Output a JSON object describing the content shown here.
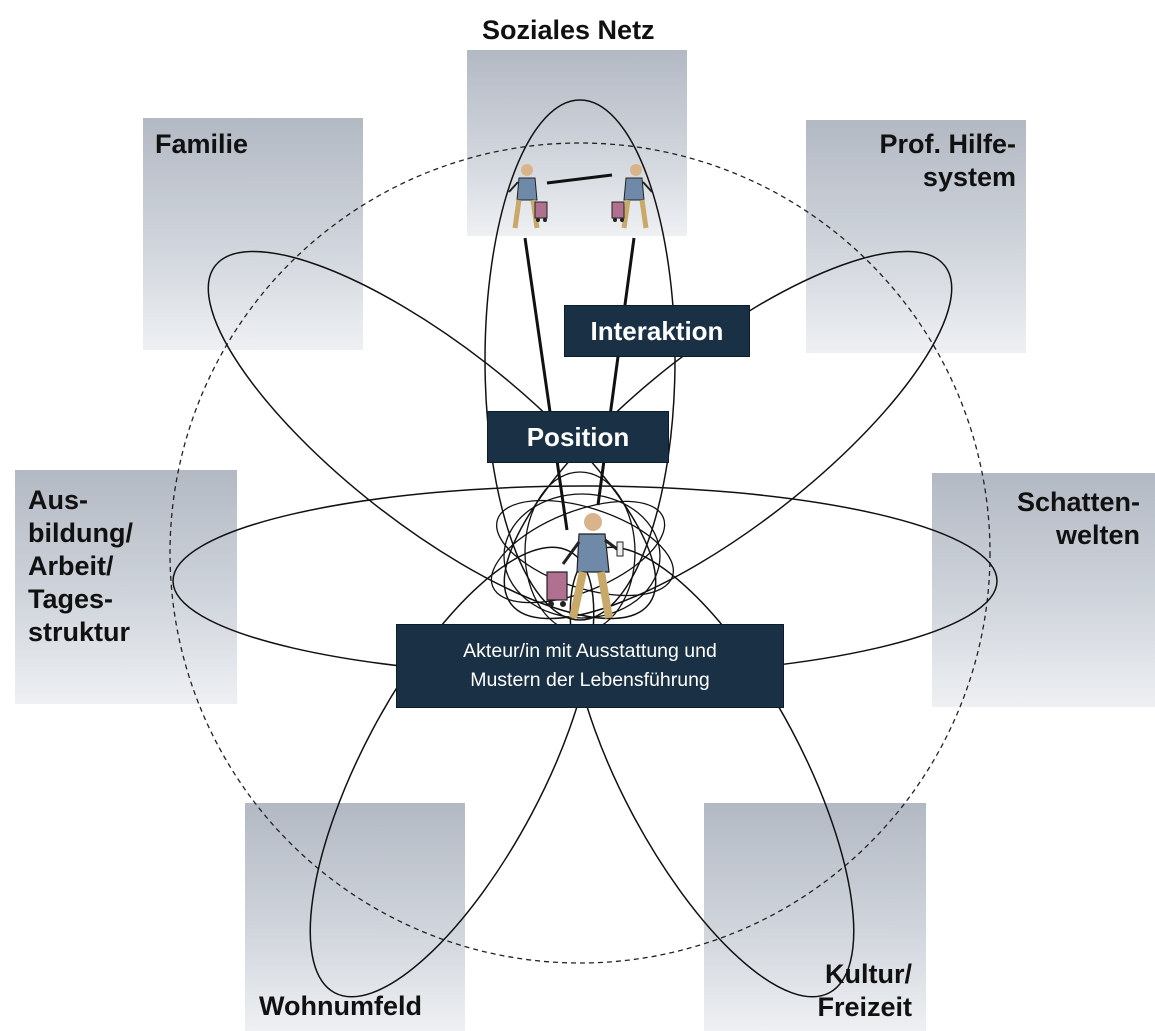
{
  "spheres": {
    "soziales_netz": "Soziales Netz",
    "familie": "Familie",
    "prof_hilfe": "Prof. Hilfe-\nsystem",
    "ausbildung": "Aus-\nbildung/\nArbeit/\nTages-\nstruktur",
    "schattenwelten": "Schatten-\nwelten",
    "wohnumfeld": "Wohnumfeld",
    "kultur": "Kultur/\nFreizeit"
  },
  "labels": {
    "interaktion": "Interaktion",
    "position": "Position",
    "akteur": "Akteur/in mit Ausstattung und\nMustern der Lebensführung"
  },
  "icons": [
    "person-traveler-icon"
  ]
}
